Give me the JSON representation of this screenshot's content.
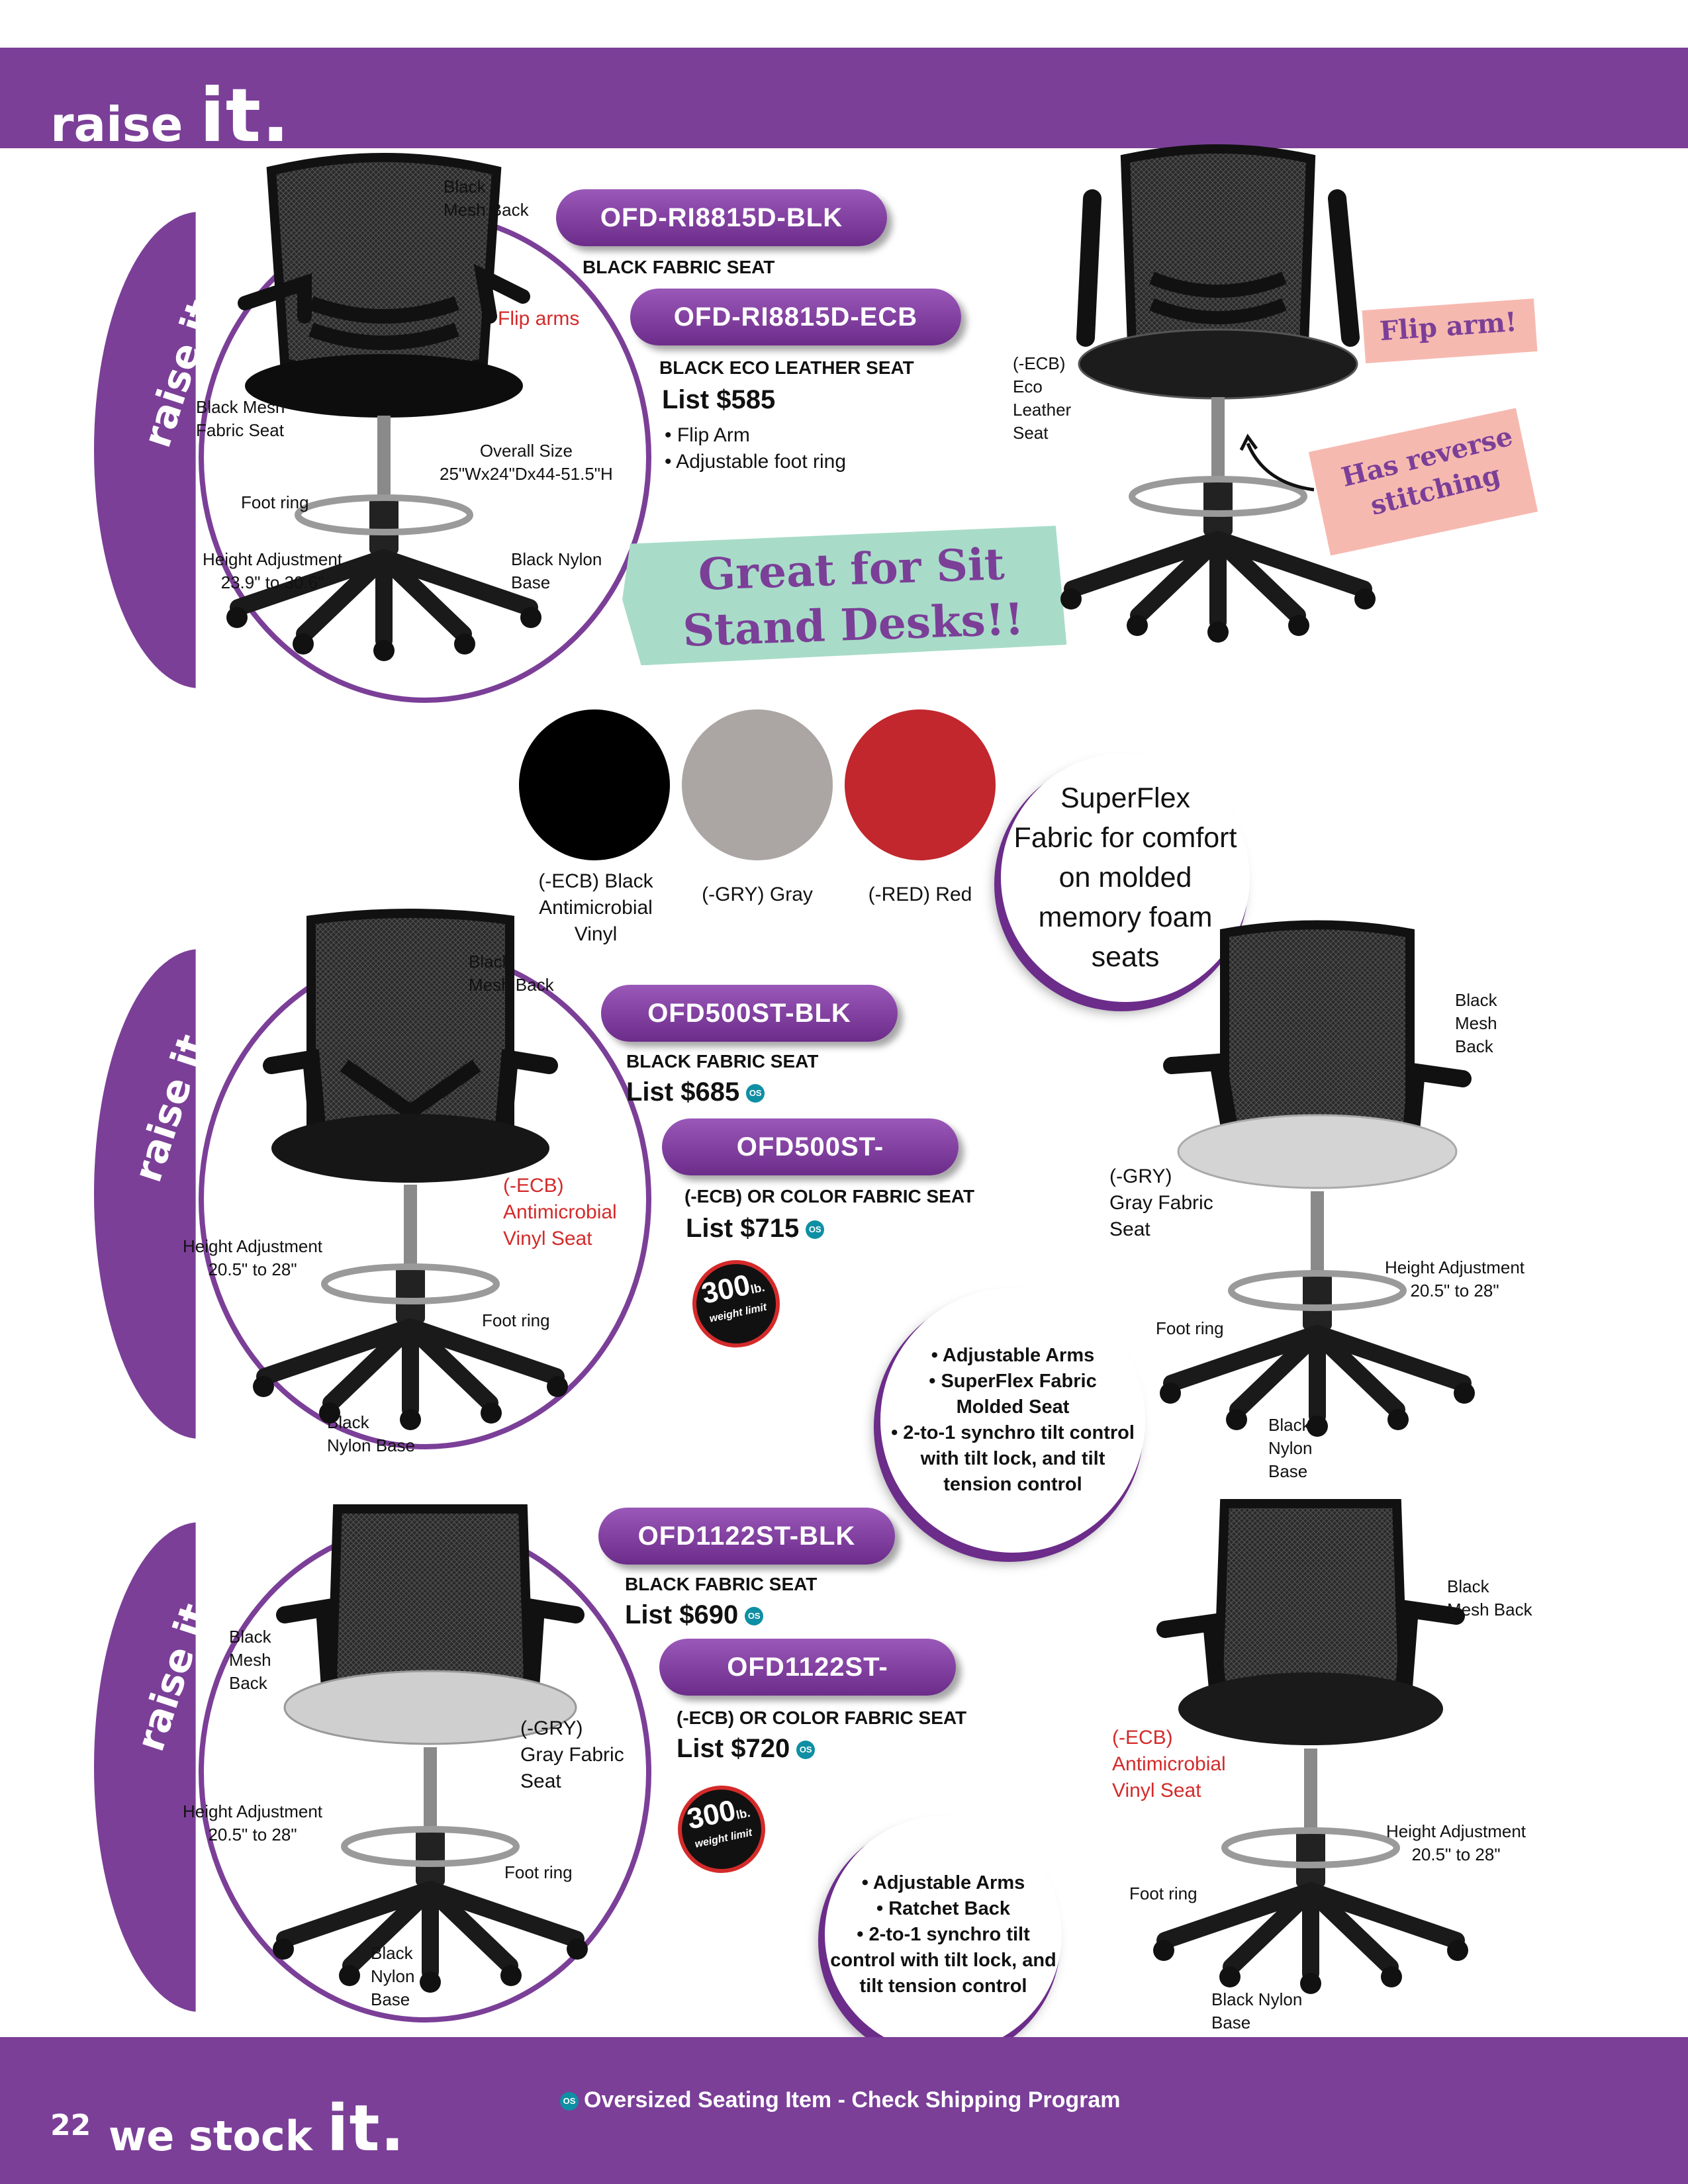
{
  "header": {
    "brand_word": "raise",
    "brand_it": "it."
  },
  "footer": {
    "page_number": "22",
    "brand_word": "we stock",
    "brand_it": "it.",
    "os_icon": "OS",
    "note": "Oversized Seating Item - Check Shipping Program"
  },
  "seal": {
    "text": "raise it."
  },
  "colors": {
    "purple": "#7b3f98",
    "red": "#d42a2a",
    "teal": "#0f8fa3",
    "mint": "#a8dcc8",
    "pink": "#f6b9b0"
  },
  "os_badge": "OS",
  "badge300": {
    "number": "300",
    "unit": "lb.",
    "caption": "weight limit"
  },
  "product1": {
    "sku_blk": "OFD-RI8815D-BLK",
    "seat_blk": "BLACK FABRIC SEAT",
    "sku_ecb": "OFD-RI8815D-ECB",
    "seat_ecb": "BLACK ECO LEATHER SEAT",
    "price": "List $585",
    "bullets": [
      "• Flip Arm",
      "• Adjustable foot ring"
    ],
    "labels": {
      "back": "Black\nMesh Back",
      "flip": "Flip arms",
      "seat": "Black Mesh\nFabric Seat",
      "size": "Overall Size\n25\"Wx24\"Dx44-51.5\"H",
      "footring": "Foot ring",
      "height": "Height Adjustment\n23.9\" to 30.6\"",
      "base": "Black Nylon\nBase",
      "ecb": "(-ECB)\nEco\nLeather\nSeat"
    },
    "tape_flip": "Flip arm!",
    "tape_stitch": "Has reverse\nstitching",
    "tape_great": "Great for Sit\nStand Desks!!"
  },
  "swatches": [
    {
      "label": "(-ECB) Black\nAntimicrobial\nVinyl",
      "color": "#000000"
    },
    {
      "label": "(-GRY) Gray",
      "color": "#aba6a3"
    },
    {
      "label": "(-RED) Red",
      "color": "#c1272d"
    }
  ],
  "superflex": "SuperFlex\nFabric for comfort\non molded\nmemory foam\nseats",
  "product2": {
    "sku_blk": "OFD500ST-BLK",
    "seat_blk": "BLACK FABRIC SEAT",
    "price_blk": "List $685",
    "sku_color": "OFD500ST-",
    "seat_color": "(-ECB) OR COLOR FABRIC SEAT",
    "price_color": "List $715",
    "labels": {
      "back": "Black\nMesh Back",
      "ecb": "(-ECB)\nAntimicrobial\nVinyl Seat",
      "height": "Height Adjustment\n20.5\" to 28\"",
      "footring": "Foot ring",
      "base": "Black\nNylon Base",
      "back_r": "Black\nMesh\nBack",
      "gry": "(-GRY)\nGray Fabric\nSeat",
      "height_r": "Height Adjustment\n20.5\" to 28\"",
      "footring_r": "Foot ring",
      "base_r": "Black\nNylon\nBase"
    },
    "features": "• Adjustable Arms\n• SuperFlex Fabric\nMolded Seat\n• 2-to-1 synchro tilt control\nwith tilt lock, and tilt\ntension control"
  },
  "product3": {
    "sku_blk": "OFD1122ST-BLK",
    "seat_blk": "BLACK FABRIC SEAT",
    "price_blk": "List $690",
    "sku_color": "OFD1122ST-",
    "seat_color": "(-ECB) OR COLOR FABRIC SEAT",
    "price_color": "List $720",
    "labels": {
      "back": "Black\nMesh\nBack",
      "gry": "(-GRY)\nGray Fabric\nSeat",
      "height": "Height Adjustment\n20.5\" to 28\"",
      "footring": "Foot ring",
      "base": "Black\nNylon\nBase",
      "back_r": "Black\nMesh Back",
      "ecb_r": "(-ECB)\nAntimicrobial\nVinyl Seat",
      "height_r": "Height Adjustment\n20.5\" to 28\"",
      "footring_r": "Foot ring",
      "base_r": "Black Nylon\nBase"
    },
    "features": "• Adjustable Arms\n• Ratchet Back\n• 2-to-1 synchro tilt\ncontrol with tilt lock, and\ntilt tension control"
  }
}
